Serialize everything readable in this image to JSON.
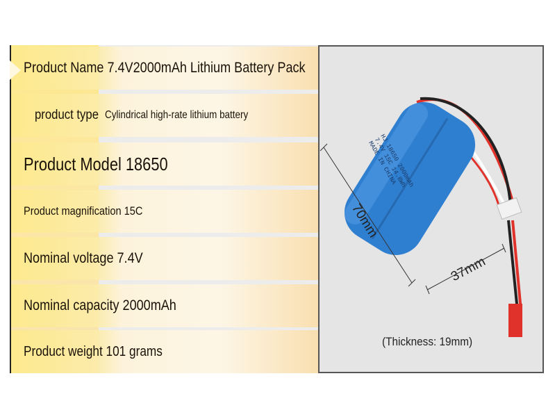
{
  "specs": [
    {
      "text": "Product Name 7.4V2000mAh Lithium Battery Pack"
    },
    {
      "label": "product type",
      "value": "Cylindrical high-rate lithium battery"
    },
    {
      "text": "Product Model 18650"
    },
    {
      "text": "Product magnification 15C"
    },
    {
      "text": "Nominal voltage 7.4V"
    },
    {
      "text": "Nominal capacity 2000mAh"
    },
    {
      "text": "Product weight 101 grams"
    }
  ],
  "image": {
    "length_label": "70mm",
    "width_label": "37mm",
    "thickness_note": "(Thickness: 19mm)",
    "battery_label": [
      "HJ 18650 2000mAh",
      "7.4V 15C 14.8Wh",
      "MADE IN CHINA"
    ],
    "colors": {
      "battery": "#2f7fd0",
      "connector": "#e0322a",
      "background": "#e5e5e5"
    }
  }
}
